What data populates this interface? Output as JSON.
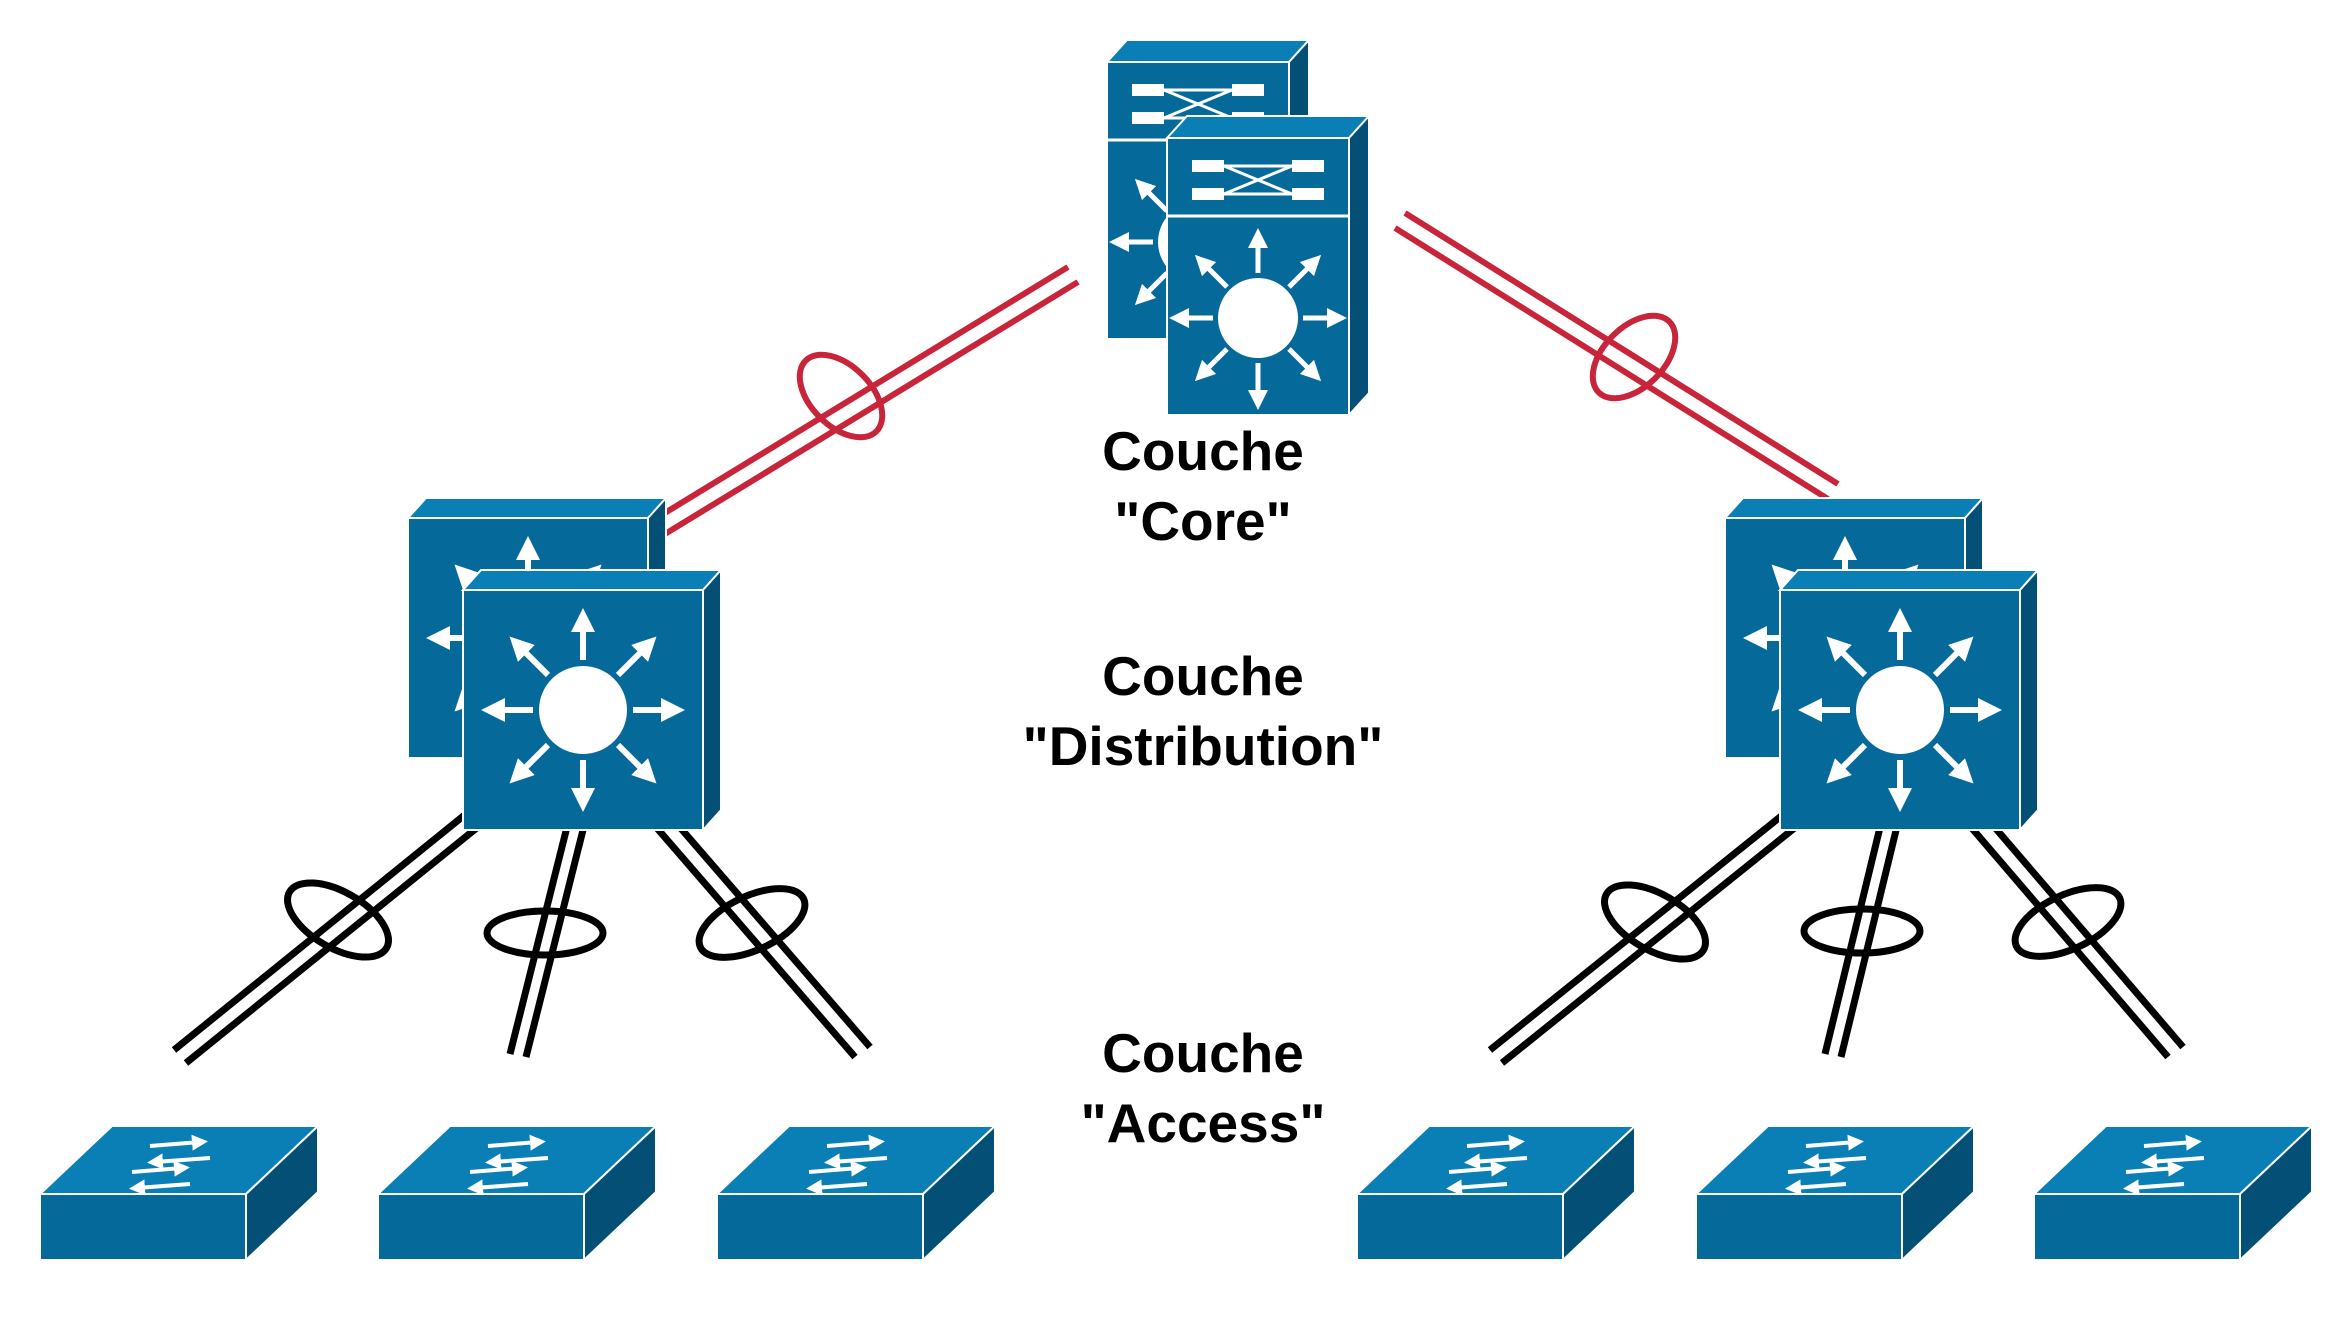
{
  "diagram": {
    "layers": {
      "core": {
        "line1": "Couche",
        "line2": "\"Core\""
      },
      "distribution": {
        "line1": "Couche",
        "line2": "\"Distribution\""
      },
      "access": {
        "line1": "Couche",
        "line2": "\"Access\""
      }
    },
    "devices": {
      "core": [
        "core-switch-back",
        "core-switch-front"
      ],
      "distribution": [
        "distribution-left-back",
        "distribution-left-front",
        "distribution-right-back",
        "distribution-right-front"
      ],
      "access": [
        "access-1",
        "access-2",
        "access-3",
        "access-4",
        "access-5",
        "access-6"
      ]
    },
    "links": {
      "core_to_distribution": [
        "core-to-distribution-left",
        "core-to-distribution-right"
      ],
      "distribution_to_access": [
        "dist-left-to-access-1",
        "dist-left-to-access-2",
        "dist-left-to-access-3",
        "dist-right-to-access-4",
        "dist-right-to-access-5",
        "dist-right-to-access-6"
      ]
    },
    "colors": {
      "device_face": "#05699A",
      "device_side": "#044F75",
      "device_top": "#0A7FB5",
      "device_edge": "#FFFFFF",
      "uplink": "#C8243A",
      "downlink": "#000000",
      "text": "#000000",
      "background": "#FFFFFF"
    },
    "icons": {
      "core": "layer3-switch-icon",
      "distribution": "multilayer-switch-icon",
      "access": "workgroup-switch-icon",
      "link_bundle": "etherchannel-ellipse-icon"
    }
  }
}
